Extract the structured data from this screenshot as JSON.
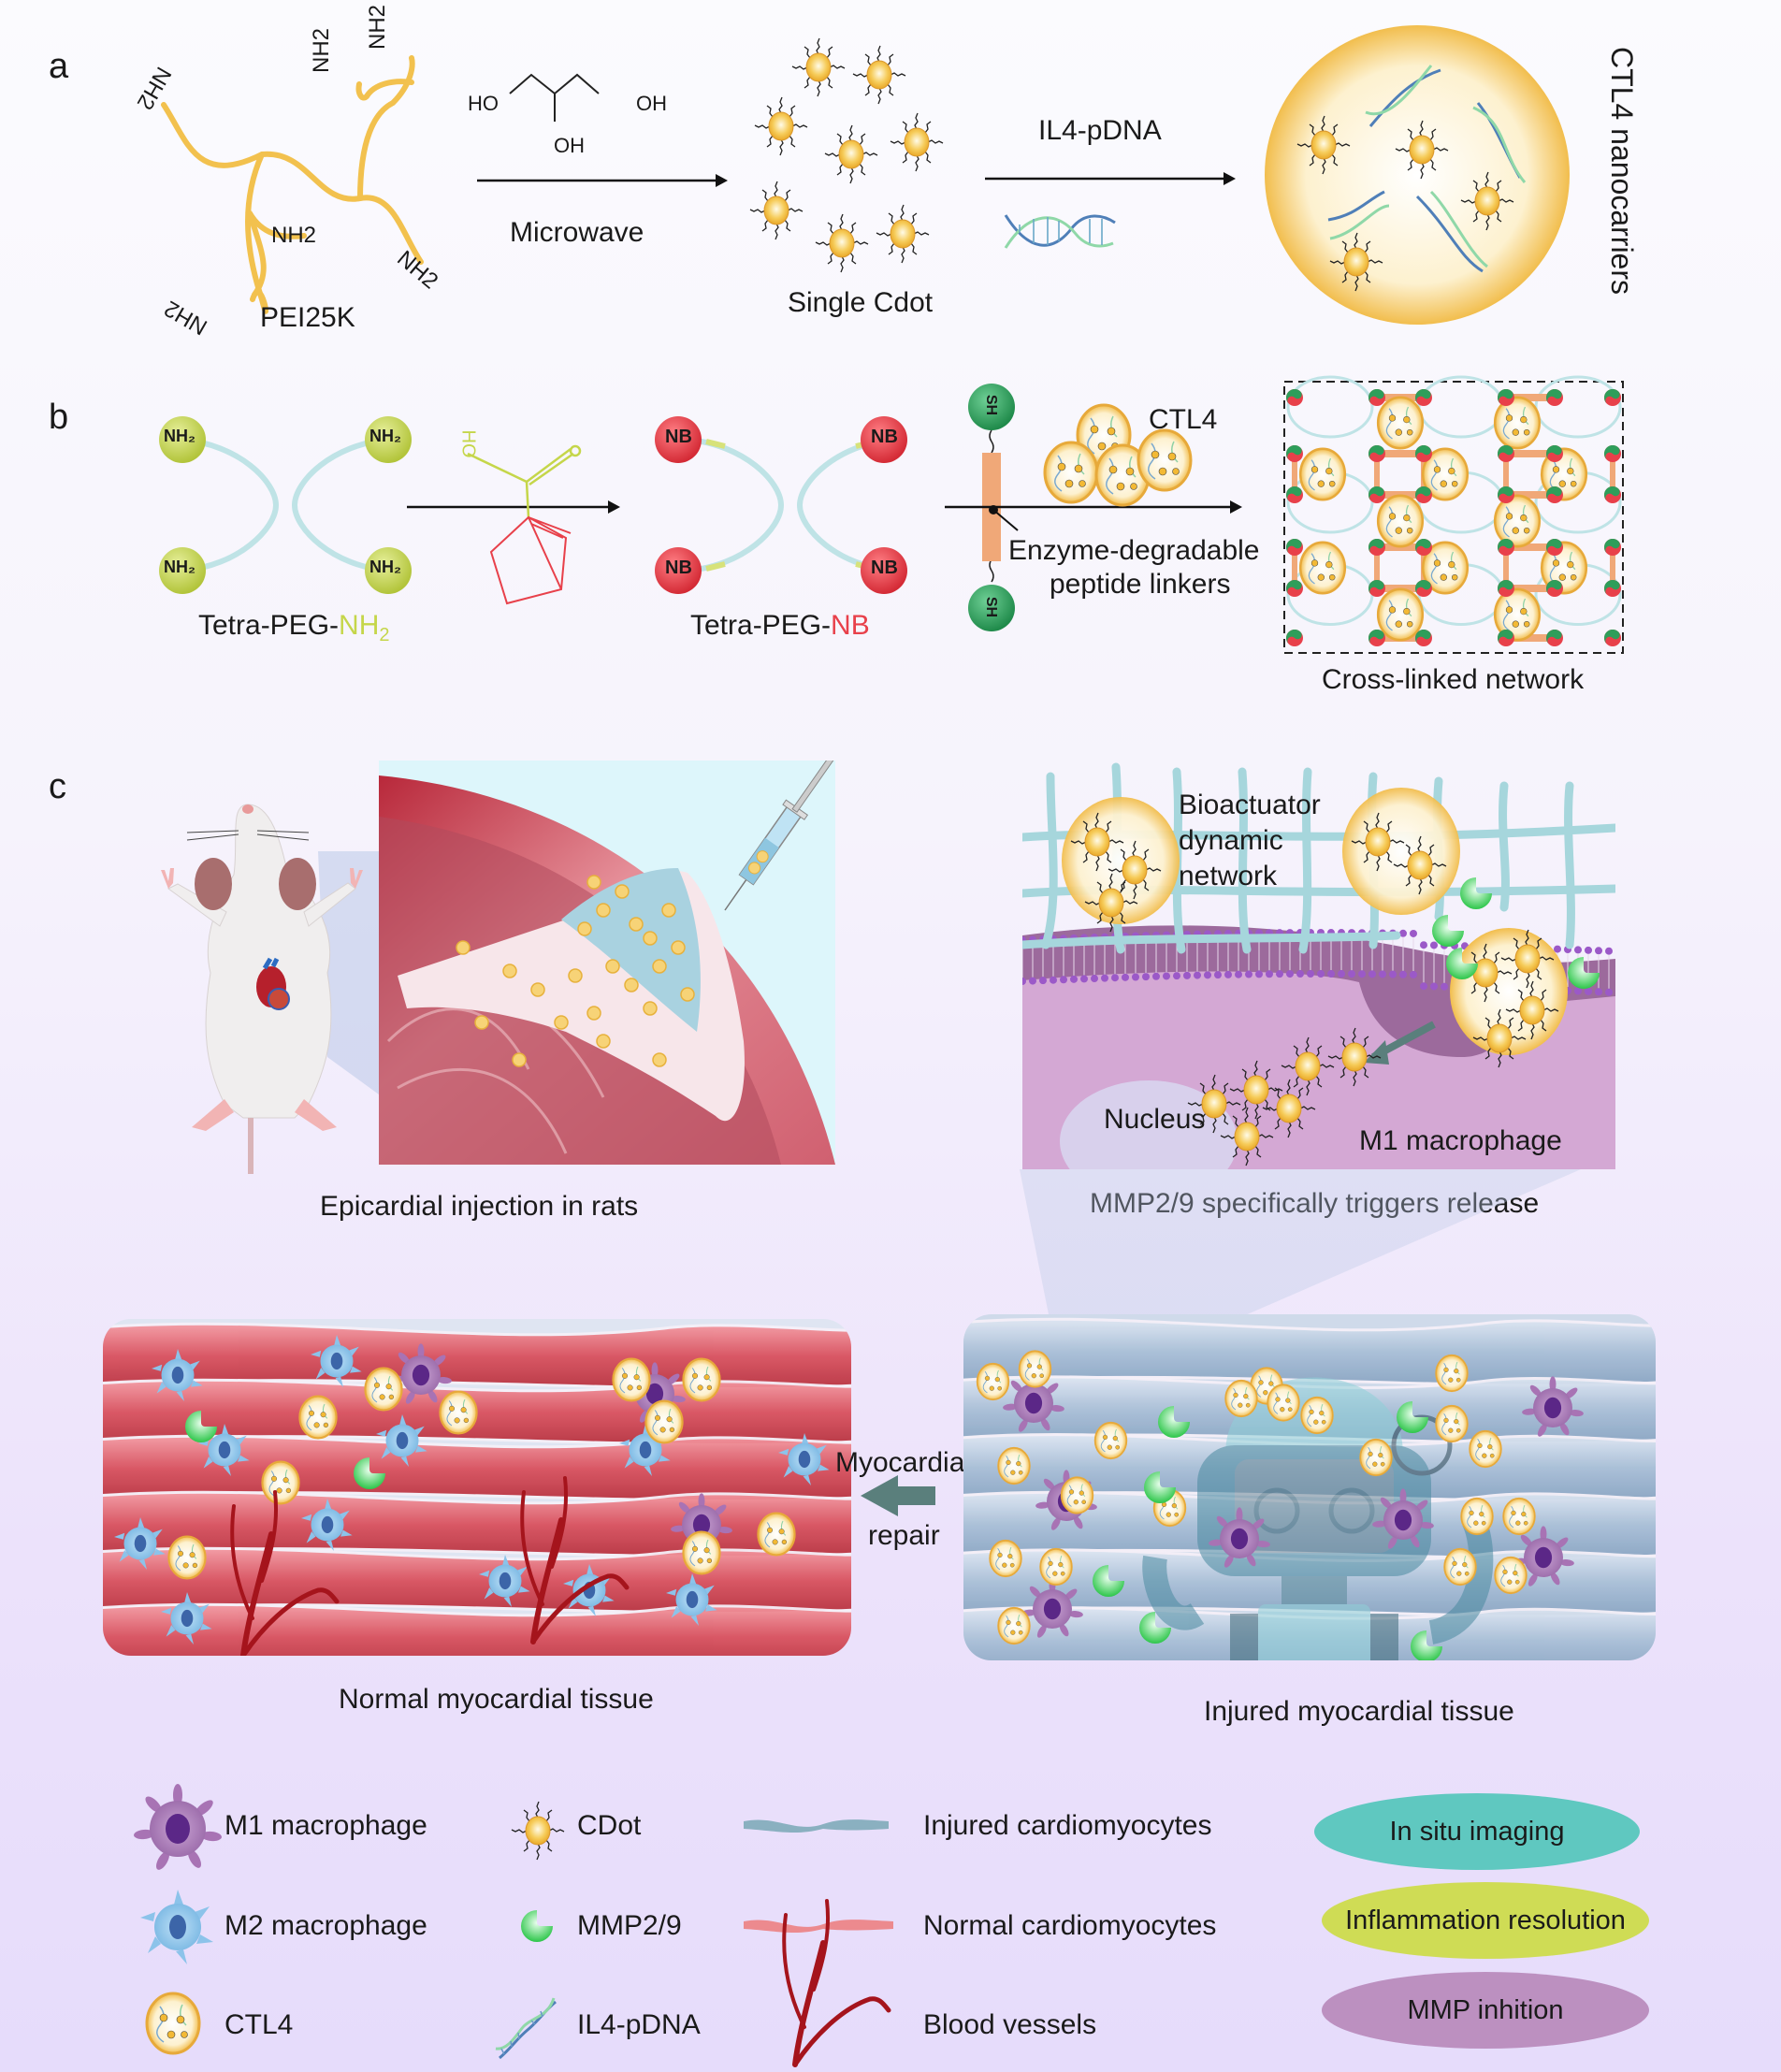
{
  "panels": {
    "a": {
      "letter": "a",
      "pei_label": "PEI25K",
      "amine_group": "NH2",
      "glycerol": {
        "ho_left": "HO",
        "oh_right": "OH",
        "oh_bottom": "OH"
      },
      "step1_label": "Microwave",
      "cdot_label": "Single Cdot",
      "step2_label": "IL4-pDNA",
      "product_label": "CTL4 nanocarriers"
    },
    "b": {
      "letter": "b",
      "node_nh2": "NH₂",
      "node_nb": "NB",
      "node_sh": "SH",
      "reagent_ho": "HO",
      "reagent_o": "O",
      "tetra_nh2": {
        "prefix": "Tetra-PEG-",
        "suffix": "NH",
        "sub": "2"
      },
      "tetra_nb": {
        "prefix": "Tetra-PEG-",
        "suffix": "NB"
      },
      "ctl4_label": "CTL4",
      "linker_label_1": "Enzyme-degradable",
      "linker_label_2": "peptide linkers",
      "network_label": "Cross-linked network"
    },
    "c": {
      "letter": "c",
      "injection_caption": "Epicardial injection in rats",
      "bioactuator_1": "Bioactuator",
      "bioactuator_2": "dynamic",
      "bioactuator_3": "network",
      "nucleus_label": "Nucleus",
      "macrophage_label": "M1 macrophage",
      "release_caption": "MMP2/9 specifically triggers release",
      "repair_1": "Myocardial",
      "repair_2": "repair",
      "normal_caption": "Normal myocardial tissue",
      "injured_caption": "Injured myocardial tissue"
    }
  },
  "legend": {
    "items": [
      {
        "icon": "m1-macrophage-icon",
        "label": "M1 macrophage"
      },
      {
        "icon": "cdot-icon",
        "label": "CDot"
      },
      {
        "icon": "injured-cardiomyocyte-icon",
        "label": "Injured cardiomyocytes"
      },
      {
        "icon": "m2-macrophage-icon",
        "label": "M2 macrophage"
      },
      {
        "icon": "mmp-icon",
        "label": "MMP2/9"
      },
      {
        "icon": "normal-cardiomyocyte-icon",
        "label": "Normal cardiomyocytes"
      },
      {
        "icon": "ctl4-icon",
        "label": "CTL4"
      },
      {
        "icon": "dna-icon",
        "label": "IL4-pDNA"
      },
      {
        "icon": "blood-vessel-icon",
        "label": "Blood vessels"
      }
    ],
    "functions": [
      {
        "label": "In situ imaging",
        "color": "#5fc8c0"
      },
      {
        "label": "Inflammation resolution",
        "color": "#cfdc55"
      },
      {
        "label": "MMP inhition",
        "color": "#bc90c0"
      }
    ]
  },
  "colors": {
    "pei": "#f2c14e",
    "cdot": "#f3b934",
    "nh2_node": "#c5d64a",
    "nb_node": "#e8404a",
    "sh_node": "#2e9e5a",
    "peg_arm": "#bfe3e6",
    "linker": "#f0a878",
    "dna_blue": "#4f7fb8",
    "dna_green": "#8fd8a8",
    "mmp": "#3fd35a",
    "m1": "#9a5ba8",
    "m2": "#6aaee0",
    "vessel": "#a5141c",
    "arrow_teal": "#5a7f7c"
  }
}
